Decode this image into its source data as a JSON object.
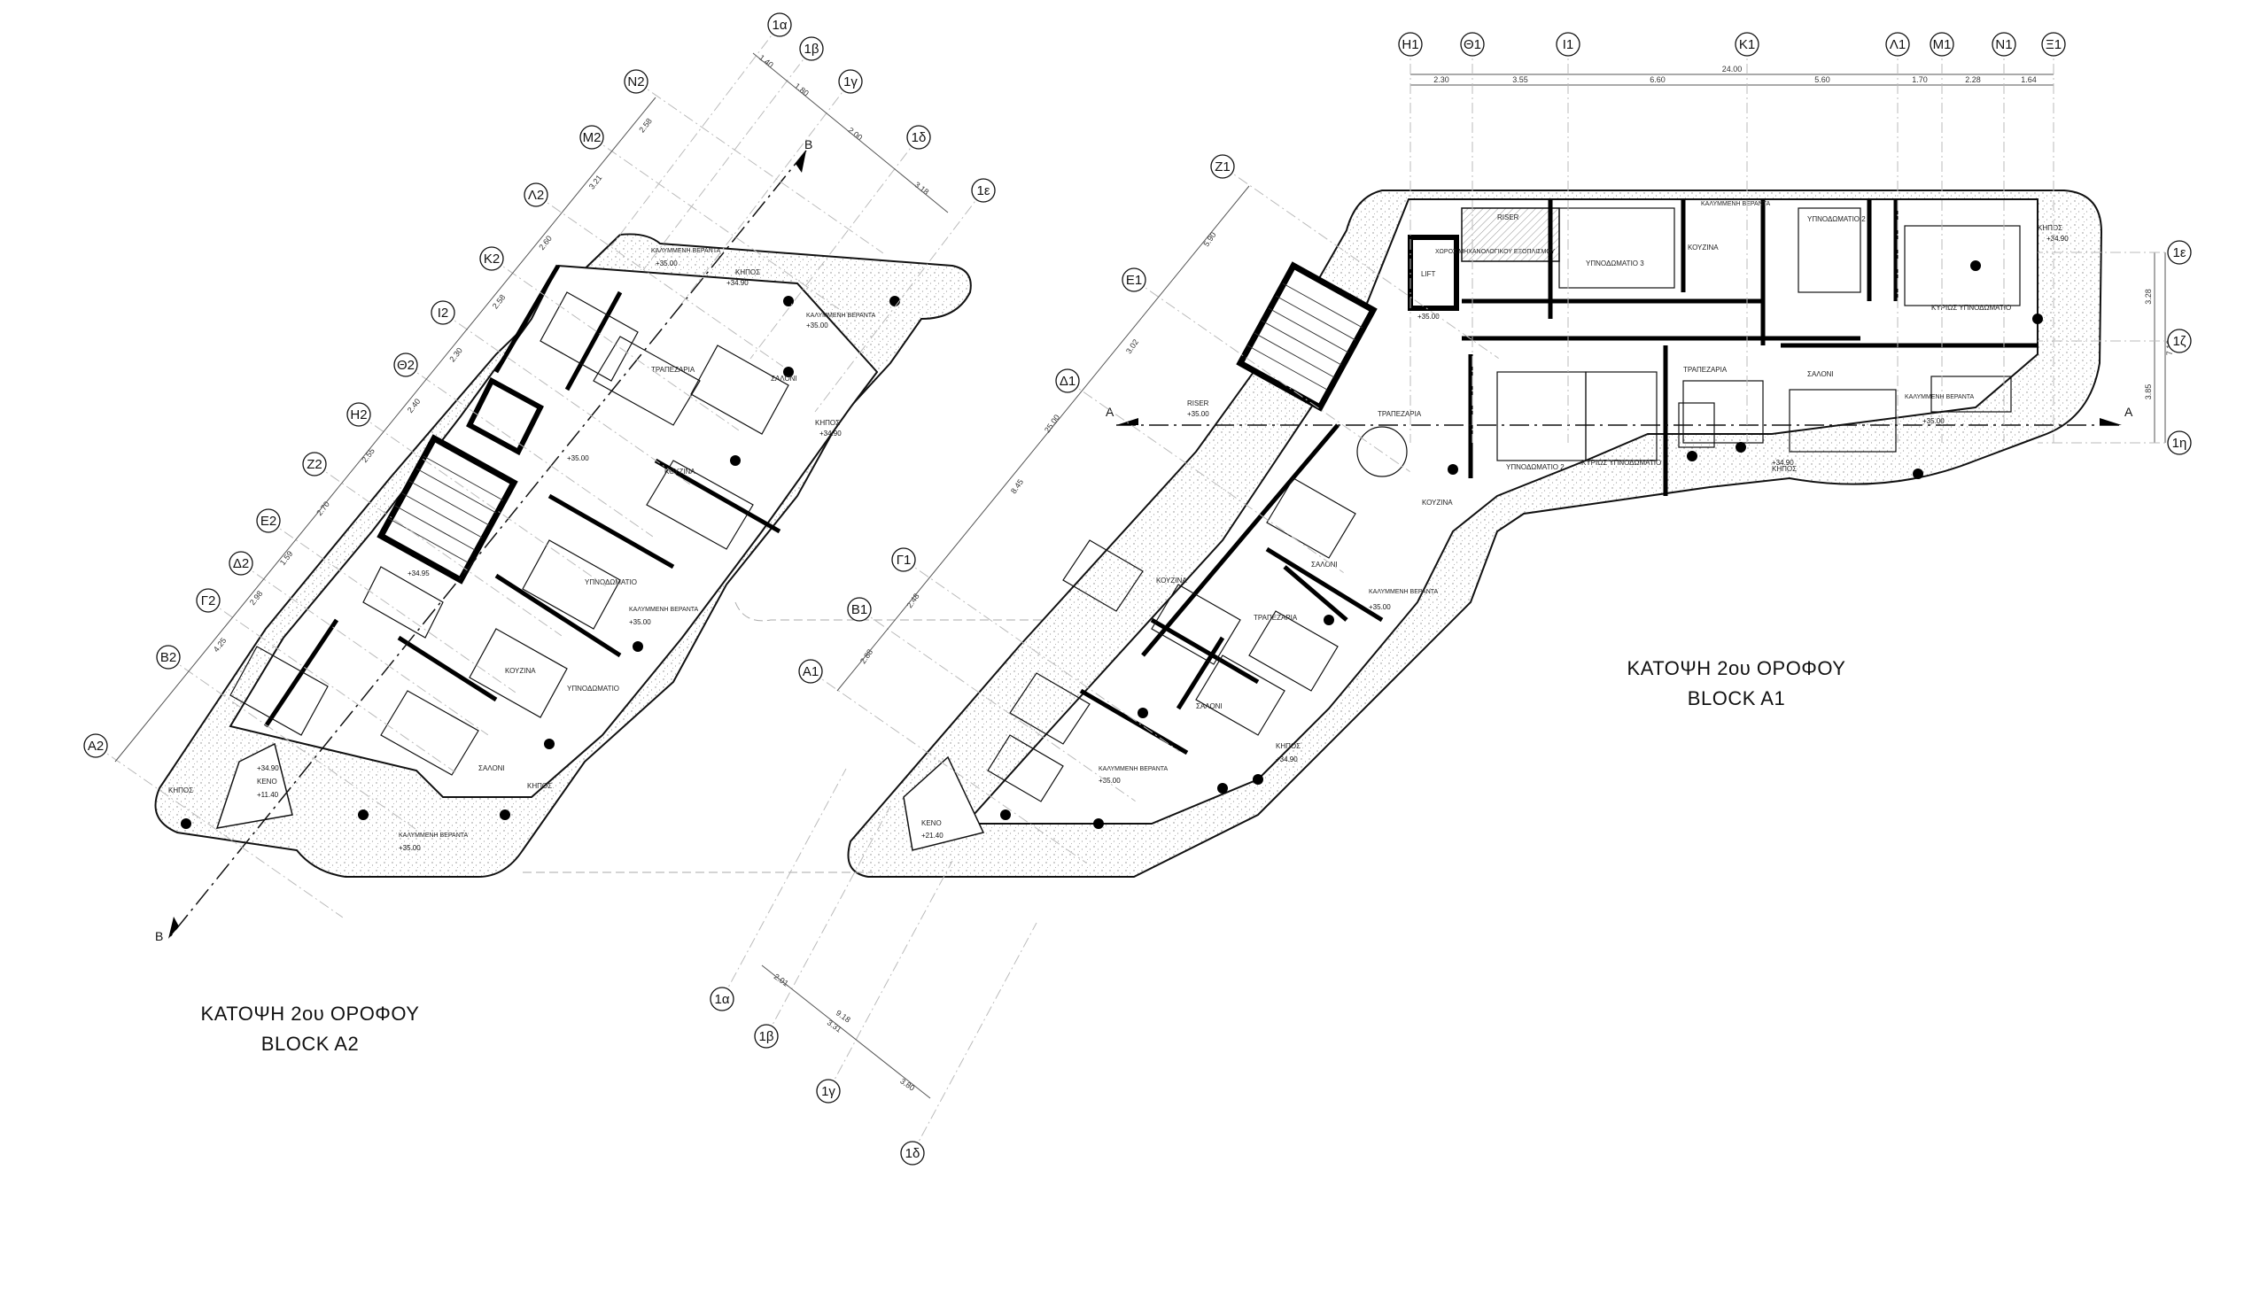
{
  "captions": {
    "a2": {
      "line1": "ΚΑΤΟΨΗ  2ου ΟΡΟΦΟΥ",
      "line2": "BLOCK A2"
    },
    "a1": {
      "line1": "ΚΑΤΟΨΗ  2ου ΟΡΟΦΟΥ",
      "line2": "BLOCK A1"
    }
  },
  "grid_top": [
    "Η1",
    "Θ1",
    "Ι1",
    "Κ1",
    "Λ1",
    "Μ1",
    "Ν1",
    "Ξ1"
  ],
  "grid_top_dims": [
    "2.30",
    "3.55",
    "6.60",
    "5.60",
    "1.70",
    "2.28",
    "1.64"
  ],
  "grid_top_total": "24.00",
  "grid_right": [
    "1ε",
    "1ζ",
    "1η"
  ],
  "grid_right_dims": [
    "3.28",
    "3.85"
  ],
  "grid_right_total": "7.13",
  "grid_a1_diag": [
    "Ζ1",
    "Ε1",
    "Δ1",
    "Γ1",
    "Β1",
    "Α1"
  ],
  "grid_a1_diag_dims": [
    "5.90",
    "3.02",
    "8.45",
    "2.48",
    "2.88"
  ],
  "grid_a1_diag_total": "25.00",
  "grid_a1_bottom": [
    "1α",
    "1β",
    "1γ",
    "1δ"
  ],
  "grid_a1_bottom_dims": [
    "2.01",
    "3.31",
    "3.80"
  ],
  "grid_a1_bottom_total": "9.18",
  "grid_a2_diag": [
    "Ν2",
    "Μ2",
    "Λ2",
    "Κ2",
    "Ι2",
    "Θ2",
    "Η2",
    "Ζ2",
    "Ε2",
    "Δ2",
    "Γ2",
    "Β2",
    "Α2"
  ],
  "grid_a2_diag_dims": [
    "2.58",
    "3.21",
    "2.60",
    "2.58",
    "2.30",
    "2.40",
    "2.55",
    "2.70",
    "1.59",
    "2.98",
    "4.25"
  ],
  "grid_a2_top": [
    "1α",
    "1β",
    "1γ",
    "1δ",
    "1ε"
  ],
  "grid_a2_top_dims": [
    "1.40",
    "1.80",
    "2.00",
    "3.18"
  ],
  "section_marks": {
    "a": "Α",
    "b": "Β"
  },
  "a1_rooms": [
    {
      "text": "RISER"
    },
    {
      "text": "ΧΩΡΟΣ ΜΗΧΑΝΟΛΟΓΙΚΟΥ ΕΞΟΠΛΙΣΜΟΥ"
    },
    {
      "text": "LIFT"
    },
    {
      "text": "ΥΠΝΟΔΩΜΑΤΙΟ 3"
    },
    {
      "text": "ΚΑΛΥΜΜΕΝΗ ΒΕΡΑΝΤΑ"
    },
    {
      "text": "ΥΠΝΟΔΩΜΑΤΙΟ 2"
    },
    {
      "text": "ΚΥΡΙΩΣ ΥΠΝΟΔΩΜΑΤΙΟ"
    },
    {
      "text": "ΚΟΥΖΙΝΑ"
    },
    {
      "text": "ΤΡΑΠΕΖΑΡΙΑ"
    },
    {
      "text": "ΣΑΛΟΝΙ"
    },
    {
      "text": "ΚΗΠΟΣ"
    },
    {
      "text": "ΥΠΝΟΔΩΜΑΤΙΟ 2"
    },
    {
      "text": "ΚΥΡΙΩΣ ΥΠΝΟΔΩΜΑΤΙΟ"
    },
    {
      "text": "ΚΟΥΖΙΝΑ"
    },
    {
      "text": "ΤΡΑΠΕΖΑΡΙΑ"
    },
    {
      "text": "ΣΑΛΟΝΙ"
    },
    {
      "text": "ΚΑΛΥΜΜΕΝΗ ΒΕΡΑΝΤΑ"
    },
    {
      "text": "ΤΡΑΠΕΖΑΡΙΑ"
    },
    {
      "text": "ΚΟΥΖΙΝΑ"
    },
    {
      "text": "ΣΑΛΟΝΙ"
    },
    {
      "text": "ΚΗΠΟΣ"
    },
    {
      "text": "ΚΑΛΥΜΜΕΝΗ ΒΕΡΑΝΤΑ"
    },
    {
      "text": "ΚΕΝΟ"
    },
    {
      "text": "ΚΗΠΟΣ"
    },
    {
      "text": "RISER"
    },
    {
      "text": "ΚΑΛΥΜΜΕΝΗ ΒΕΡΑΝΤΑ"
    }
  ],
  "a1_levels": [
    "+35.00",
    "+34.90",
    "+35.00",
    "+34.90",
    "+35.00",
    "+34.90",
    "+35.00",
    "+21.40",
    "+35.00"
  ],
  "a2_rooms": [
    {
      "text": "ΚΑΛΥΜΜΕΝΗ ΒΕΡΑΝΤΑ"
    },
    {
      "text": "ΚΗΠΟΣ"
    },
    {
      "text": "ΚΑΛΥΜΜΕΝΗ ΒΕΡΑΝΤΑ"
    },
    {
      "text": "ΤΡΑΠΕΖΑΡΙΑ"
    },
    {
      "text": "ΣΑΛΟΝΙ"
    },
    {
      "text": "ΚΗΠΟΣ"
    },
    {
      "text": "ΚΟΥΖΙΝΑ"
    },
    {
      "text": "ΥΠΝΟΔΩΜΑΤΙΟ"
    },
    {
      "text": "ΚΑΛΥΜΜΕΝΗ ΒΕΡΑΝΤΑ"
    },
    {
      "text": "ΥΠΝΟΔΩΜΑΤΙΟ"
    },
    {
      "text": "ΚΟΥΖΙΝΑ"
    },
    {
      "text": "ΣΑΛΟΝΙ"
    },
    {
      "text": "ΚΗΠΟΣ"
    },
    {
      "text": "ΚΕΝΟ"
    },
    {
      "text": "ΚΗΠΟΣ"
    },
    {
      "text": "ΚΑΛΥΜΜΕΝΗ ΒΕΡΑΝΤΑ"
    }
  ],
  "a2_levels": [
    "+35.00",
    "+34.90",
    "+35.00",
    "+34.90",
    "+35.00",
    "+34.95",
    "+35.00",
    "+34.90",
    "+11.40",
    "+35.00"
  ],
  "colors": {
    "line": "#111111",
    "wall": "#000000",
    "hatch": "#777777",
    "paper": "#ffffff"
  }
}
